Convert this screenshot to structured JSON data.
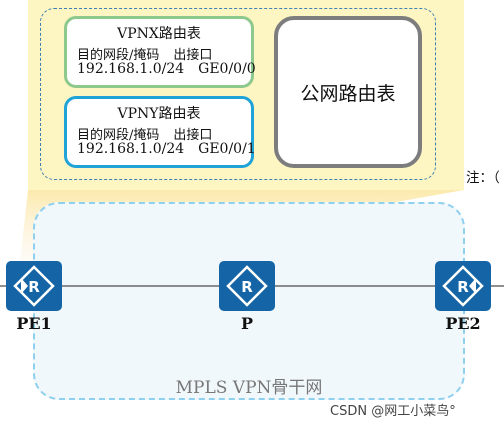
{
  "vpnx": {
    "title": "VPNX路由表",
    "col_dest": "目的网段/掩码",
    "col_iface": "出接口",
    "dest": "192.168.1.0/24",
    "iface": "GE0/0/0"
  },
  "vpny": {
    "title": "VPNY路由表",
    "col_dest": "目的网段/掩码",
    "col_iface": "出接口",
    "dest": "192.168.1.0/24",
    "iface": "GE0/0/1"
  },
  "public_table": "公网路由表",
  "note": "注：（",
  "backbone_label": "MPLS VPN骨干网",
  "routers": {
    "pe1": "PE1",
    "p": "P",
    "pe2": "PE2"
  },
  "watermark": "CSDN @网工小菜鸟°",
  "colors": {
    "router_fill": "#1565a6",
    "vpnx_border": "#8dc88d",
    "vpny_border": "#1fa3d8",
    "public_border": "#7d7d7d",
    "backbone_border": "#8fd0ee",
    "panel_yellow": "#fdf6c3"
  }
}
